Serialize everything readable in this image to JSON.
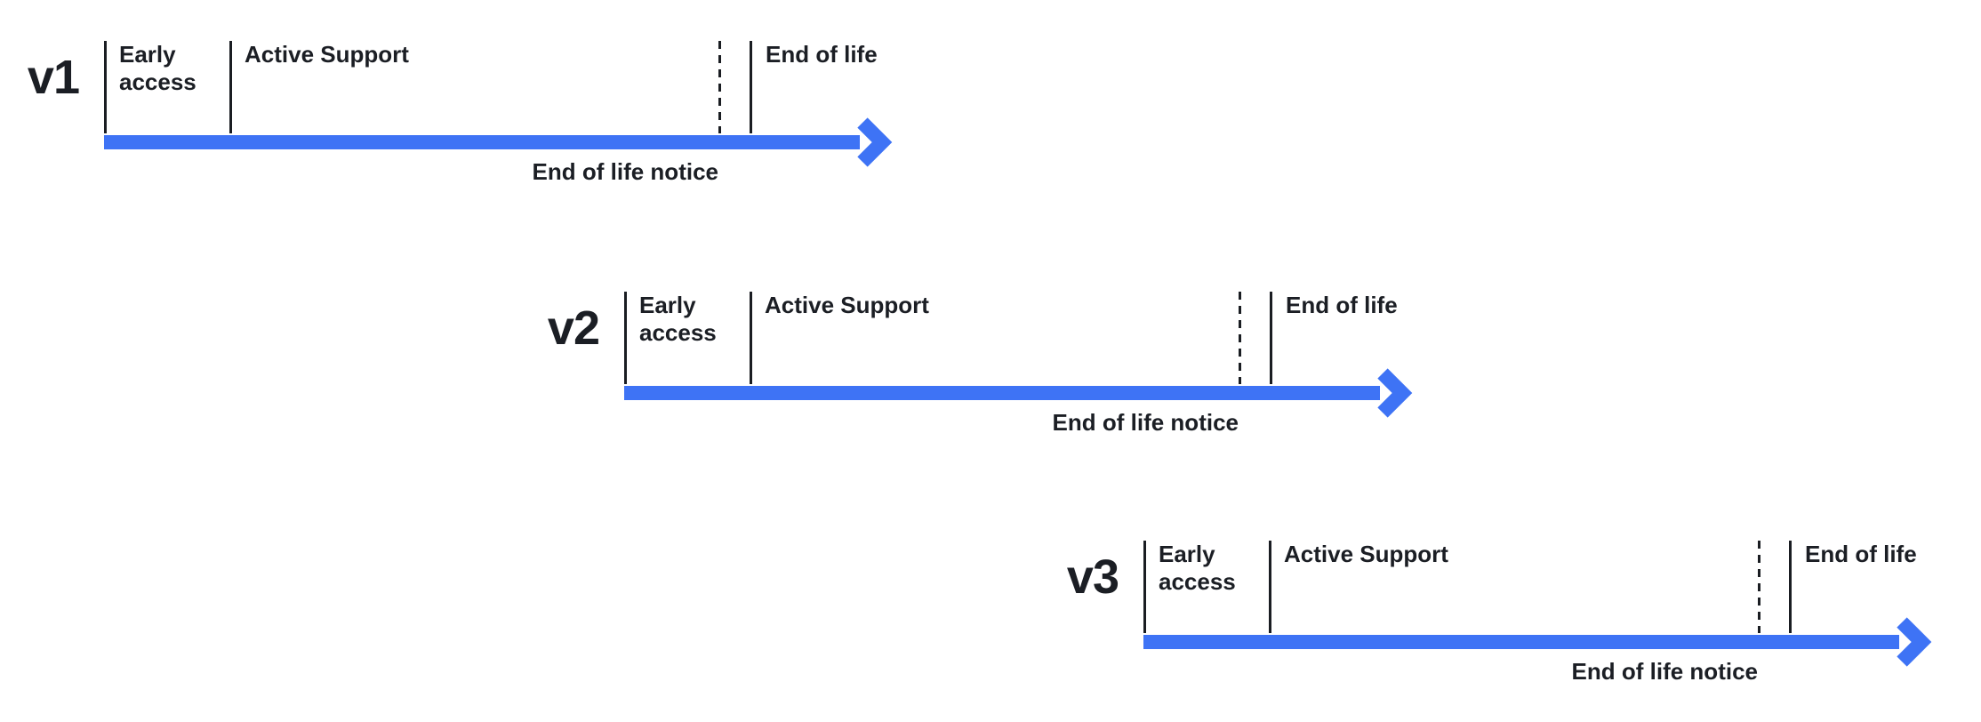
{
  "colors": {
    "arrow_blue": "#3E73F5",
    "text_dark": "#1B1E24",
    "tick_black": "#1A1D22"
  },
  "timelines": [
    {
      "version": "v1",
      "early_access_label": "Early access",
      "active_support_label": "Active Support",
      "end_of_life_label": "End of life",
      "end_of_life_notice_label": "End of life notice"
    },
    {
      "version": "v2",
      "early_access_label": "Early access",
      "active_support_label": "Active Support",
      "end_of_life_label": "End of life",
      "end_of_life_notice_label": "End of life notice"
    },
    {
      "version": "v3",
      "early_access_label": "Early access",
      "active_support_label": "Active Support",
      "end_of_life_label": "End of life",
      "end_of_life_notice_label": "End of life notice"
    }
  ]
}
